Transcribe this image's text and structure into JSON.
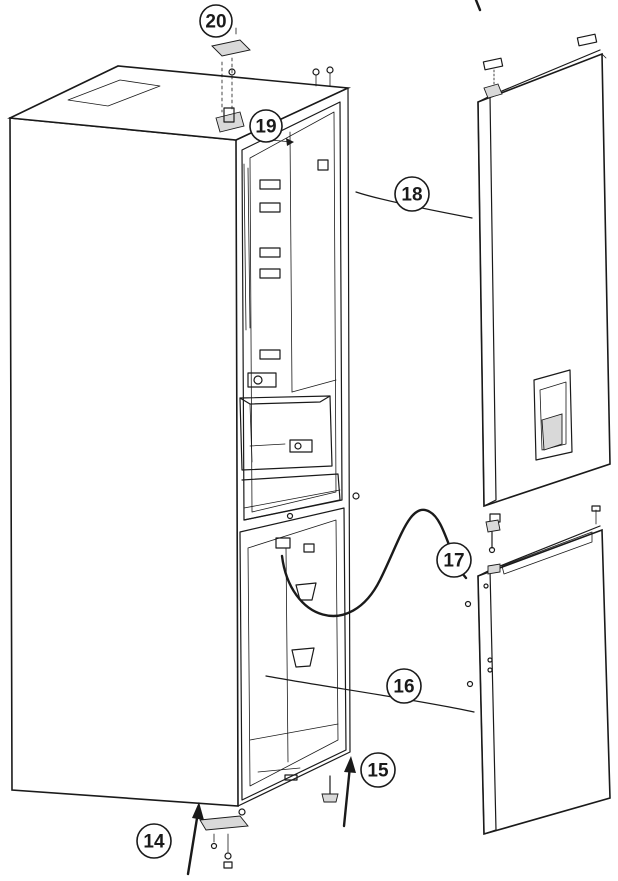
{
  "callouts": [
    {
      "id": "c14",
      "label": "14"
    },
    {
      "id": "c15",
      "label": "15"
    },
    {
      "id": "c16",
      "label": "16"
    },
    {
      "id": "c17",
      "label": "17"
    },
    {
      "id": "c18",
      "label": "18"
    },
    {
      "id": "c19",
      "label": "19"
    },
    {
      "id": "c20",
      "label": "20"
    }
  ],
  "colors": {
    "ink": "#1a1a1a",
    "paper": "#ffffff",
    "shade": "#d9d9d9"
  }
}
